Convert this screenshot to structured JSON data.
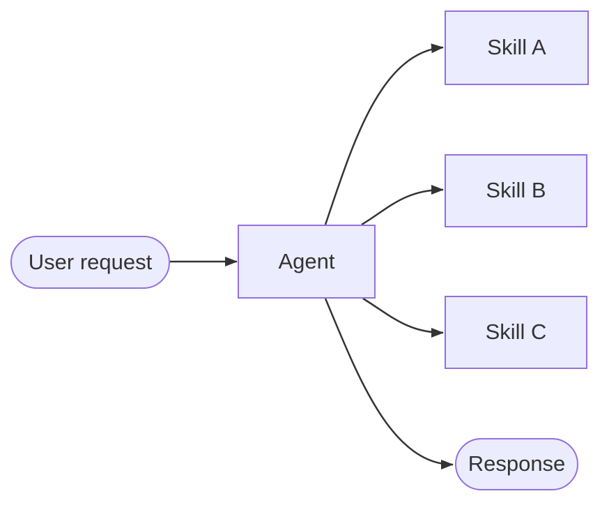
{
  "diagram": {
    "type": "flowchart",
    "direction": "left-to-right",
    "colors": {
      "background": "#ffffff",
      "node_fill": "#ECECFF",
      "node_border": "#9370DB",
      "edge_color": "#333333",
      "text_color": "#333333"
    },
    "nodes": {
      "user_request": {
        "label": "User request",
        "shape": "stadium"
      },
      "agent": {
        "label": "Agent",
        "shape": "rectangle"
      },
      "skill_a": {
        "label": "Skill A",
        "shape": "rectangle"
      },
      "skill_b": {
        "label": "Skill B",
        "shape": "rectangle"
      },
      "skill_c": {
        "label": "Skill C",
        "shape": "rectangle"
      },
      "response": {
        "label": "Response",
        "shape": "stadium"
      }
    },
    "edges": [
      {
        "from": "user_request",
        "to": "agent",
        "style": "arrow"
      },
      {
        "from": "agent",
        "to": "skill_a",
        "style": "arrow"
      },
      {
        "from": "agent",
        "to": "skill_b",
        "style": "arrow"
      },
      {
        "from": "agent",
        "to": "skill_c",
        "style": "arrow"
      },
      {
        "from": "agent",
        "to": "response",
        "style": "arrow"
      }
    ]
  }
}
